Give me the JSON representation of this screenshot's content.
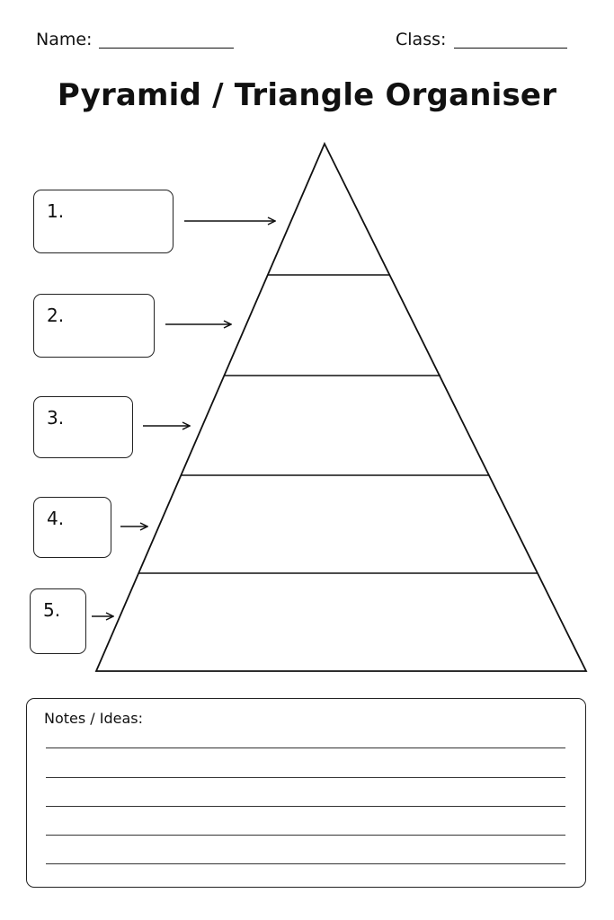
{
  "header": {
    "name_label": "Name:",
    "class_label": "Class:"
  },
  "title": "Pyramid / Triangle Organiser",
  "levels": [
    {
      "label": "1."
    },
    {
      "label": "2."
    },
    {
      "label": "3."
    },
    {
      "label": "4."
    },
    {
      "label": "5."
    }
  ],
  "notes": {
    "title": "Notes / Ideas:",
    "line_count": 5
  }
}
